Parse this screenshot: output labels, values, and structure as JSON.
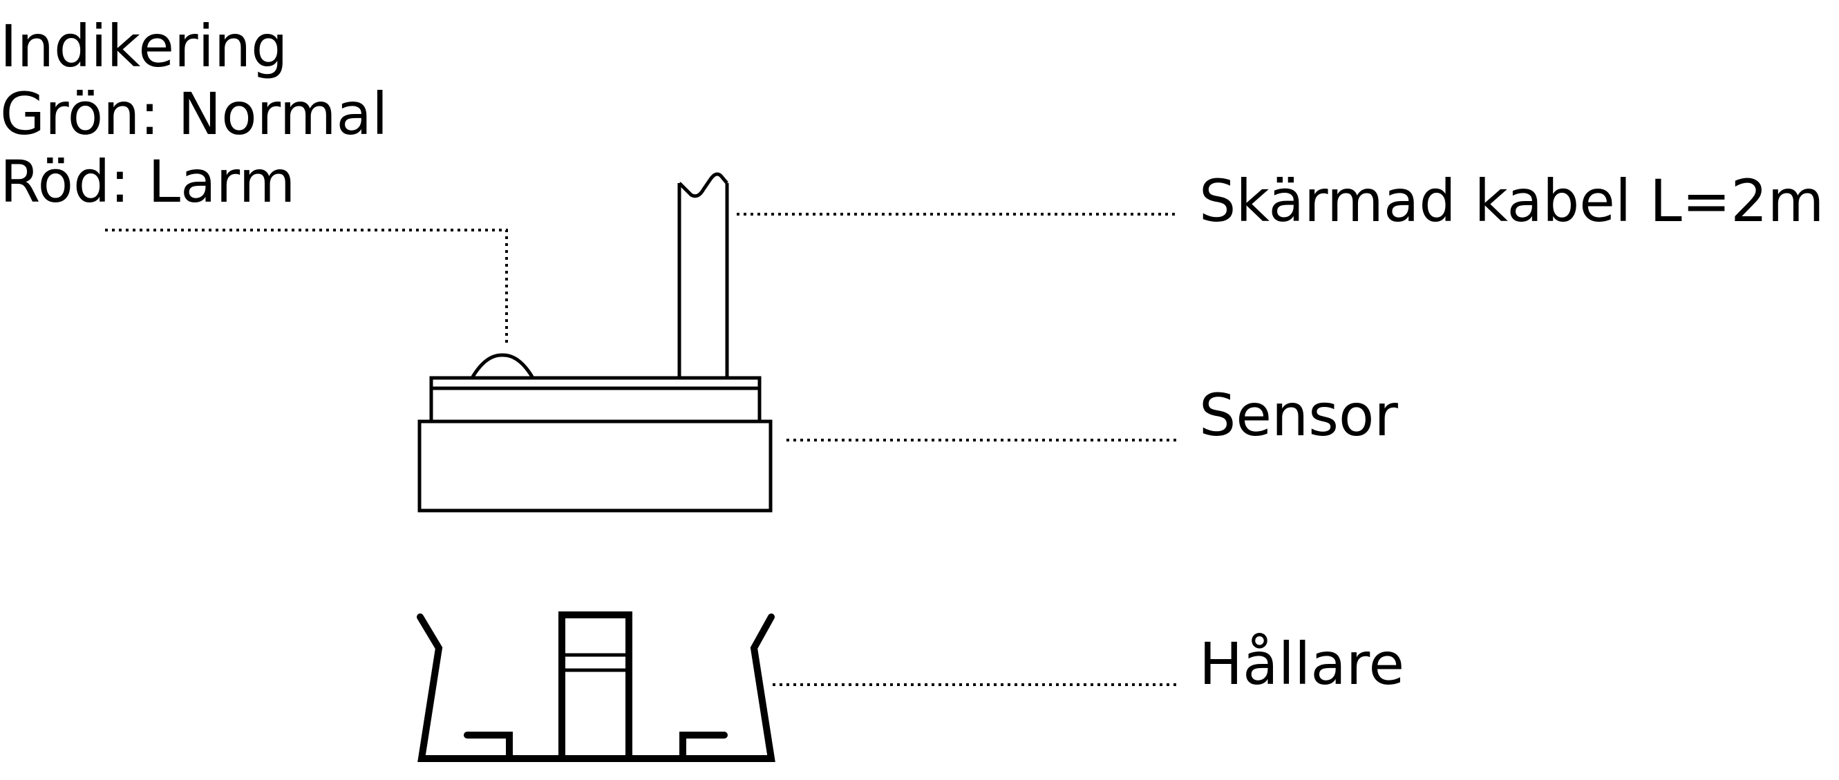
{
  "indicator": {
    "title": "Indikering",
    "green": "Grön: Normal",
    "red": "Röd: Larm"
  },
  "labels": {
    "cable": "Skärmad kabel L=2m",
    "sensor": "Sensor",
    "holder": "Hållare"
  },
  "colors": {
    "line": "#000000",
    "background": "#ffffff"
  }
}
